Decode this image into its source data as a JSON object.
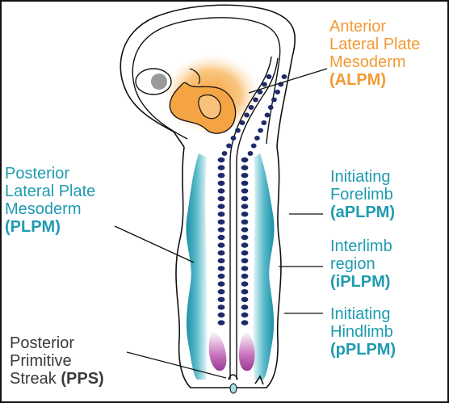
{
  "labels": {
    "alpm": {
      "line1": "Anterior",
      "line2": "Lateral Plate",
      "line3": "Mesoderm",
      "abbr": "(ALPM)"
    },
    "plpm": {
      "line1": "Posterior",
      "line2": "Lateral Plate",
      "line3": "Mesoderm",
      "abbr": "(PLPM)"
    },
    "aplpm": {
      "line1": "Initiating",
      "line2": "Forelimb",
      "abbr": "(aPLPM)"
    },
    "iplpm": {
      "line1": "Interlimb",
      "line2": "region",
      "abbr": "(iPLPM)"
    },
    "pplpm": {
      "line1": "Initiating",
      "line2": "Hindlimb",
      "abbr": "(pPLPM)"
    },
    "pps": {
      "line1": "Posterior",
      "line2": "Primitive",
      "line3": "Streak ",
      "abbr": "(PPS)"
    }
  },
  "colors": {
    "alpm": "#f29a33",
    "plpm": "#1f9bb0",
    "somite": "#1f2a6b",
    "pps": "#b04aa8",
    "outline": "#111111"
  }
}
